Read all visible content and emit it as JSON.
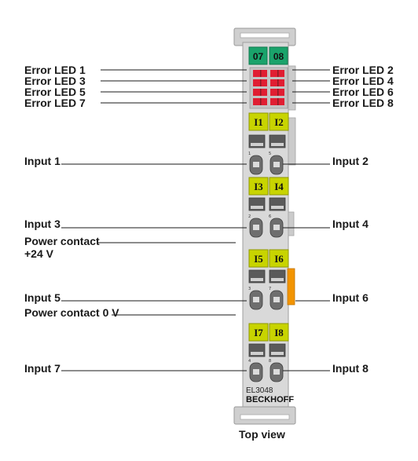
{
  "module": {
    "type_label": "EL3048",
    "brand": "BECKHOFF",
    "colors": {
      "housing": "#d9d9d9",
      "housing_dark": "#b4b4b4",
      "green": "#1aa36b",
      "lime": "#c8d400",
      "led_red": "#e01e32",
      "orange": "#f29400",
      "contact": "#6e6e6e",
      "line": "#1a1a1a"
    },
    "top_tabs": [
      "07",
      "08"
    ],
    "slot_labels": [
      [
        "I1",
        "I2"
      ],
      [
        "I3",
        "I4"
      ],
      [
        "I5",
        "I6"
      ],
      [
        "I7",
        "I8"
      ]
    ],
    "contact_numbers": [
      [
        "1",
        "5"
      ],
      [
        "2",
        "6"
      ],
      [
        "3",
        "7"
      ],
      [
        "4",
        "8"
      ]
    ]
  },
  "labels": {
    "left": [
      "Error LED 1",
      "Error LED 3",
      "Error LED 5",
      "Error LED 7",
      "Input 1",
      "Input 3",
      "Power contact\n+24 V",
      "Input 5",
      "Power contact 0 V",
      "Input 7"
    ],
    "right": [
      "Error LED 2",
      "Error LED 4",
      "Error LED 6",
      "Error LED 8",
      "Input 2",
      "Input 4",
      "Input 6",
      "Input 8"
    ]
  },
  "caption": "Top view"
}
